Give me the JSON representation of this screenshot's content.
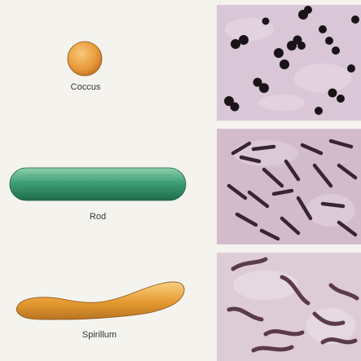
{
  "shapes": [
    {
      "name": "Coccus"
    },
    {
      "name": "Rod"
    },
    {
      "name": "Spirillum"
    }
  ]
}
